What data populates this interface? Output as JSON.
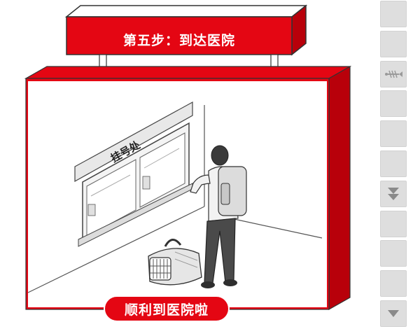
{
  "scene": {
    "title": "第五步：到达医院",
    "window_sign": "挂号处",
    "caption": "顺利到医院啦"
  },
  "colors": {
    "brand_red": "#e40613",
    "nav_bg": "#dedede"
  },
  "nav": {
    "buttons": [
      {
        "icon": "blank"
      },
      {
        "icon": "blank"
      },
      {
        "icon": "fishbone-icon"
      },
      {
        "icon": "blank"
      },
      {
        "icon": "blank"
      },
      {
        "icon": "blank"
      },
      {
        "icon": "double-down-arrow-icon"
      },
      {
        "icon": "blank"
      },
      {
        "icon": "blank"
      },
      {
        "icon": "blank"
      },
      {
        "icon": "down-arrow-icon"
      }
    ]
  }
}
